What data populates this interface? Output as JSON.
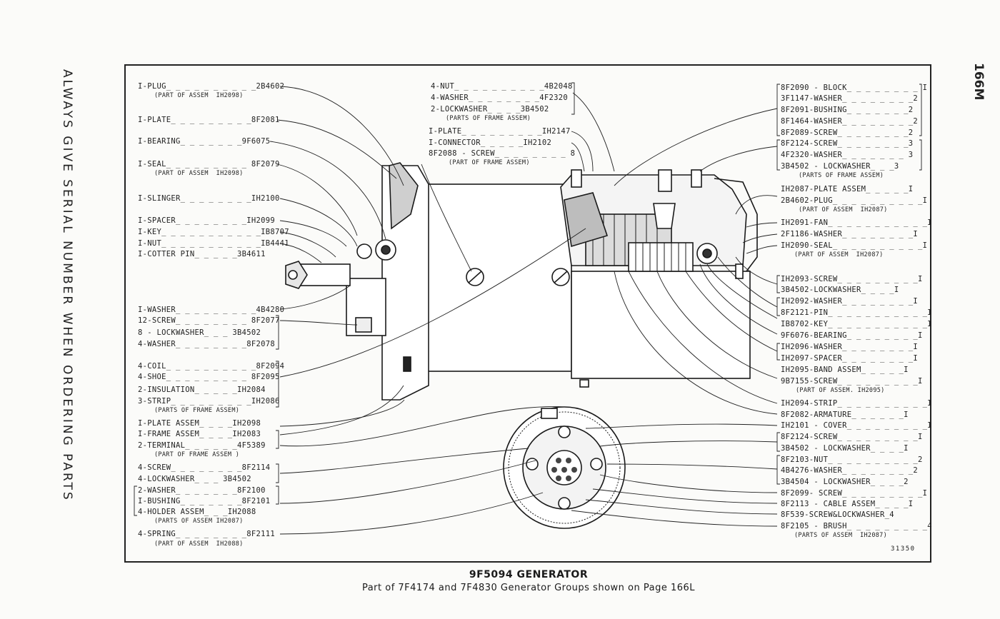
{
  "side_notice": "ALWAYS GIVE SERIAL NUMBER WHEN ORDERING PARTS",
  "page_number": "166M",
  "figure_number": "31350",
  "caption": {
    "title": "9F5094 GENERATOR",
    "subtitle": "Part of 7F4174 and 7F4830 Generator Groups shown on Page 166L"
  },
  "labels_left": [
    {
      "text": "I-PLUG_ _ _ _ _ _ _ _ _ _2B4602",
      "sub": "(PART OF ASSEM  IH2098)"
    },
    {
      "text": "I-PLATE_ _ _ _ _ _ _ _ _8F2081"
    },
    {
      "text": "I-BEARING_ _ _ _ _ _ _9F6075"
    },
    {
      "text": "I-SEAL_ _ _ _ _ _ _ _ _ 8F2079",
      "sub": "(PART OF ASSEM  IH2098)"
    },
    {
      "text": "I-SLINGER_ _ _ _ _ _ _ _IH2100"
    },
    {
      "text": "I-SPACER_ _ _ _ _ _ _ _IH2099"
    },
    {
      "text": "I-KEY_ _ _ _ _ _ _ _ _ _ _IB8707"
    },
    {
      "text": "I-NUT_ _ _ _ _ _ _ _ _ _ _IB4441"
    },
    {
      "text": "I-COTTER PIN_ _ _ _ _3B4611"
    },
    {
      "text": "I-WASHER_ _ _ _ _ _ _ _ _4B4280"
    },
    {
      "text": "12-SCREW_ _ _ _ _ _ _ _ 8F2077"
    },
    {
      "text": "8 - LOCKWASHER_ _ _ 3B4502"
    },
    {
      "text": "4-WASHER_ _ _ _ _ _ _ _8F2078"
    },
    {
      "text": "4-COIL_ _ _ _ _ _ _ _ _ _8F2094"
    },
    {
      "text": "4-SHOE_ _ _ _ _ _ _ _ _ 8F2095"
    },
    {
      "text": "2-INSULATION_ _ _ _ _IH2084"
    },
    {
      "text": "3-STRIP_ _ _ _ _ _ _ _ _IH2086",
      "sub": "(PARTS OF FRAME ASSEM)"
    },
    {
      "text": "I-PLATE ASSEM_ _ _ _IH2098"
    },
    {
      "text": "I-FRAME ASSEM_ _ _ _IH2083"
    },
    {
      "text": "2-TERMINAL_ _ _ _ _ _4F5389",
      "sub": "(PART OF FRAME ASSEM )"
    },
    {
      "text": "4-SCREW_ _ _ _ _ _ _ _8F2114"
    },
    {
      "text": "4-LOCKWASHER_ _ _ 3B4502"
    },
    {
      "text": "2-WASHER_ _ _ _ _ _ _8F2100"
    },
    {
      "text": "I-BUSHING_ _ _ _ _ _ _8F2101"
    },
    {
      "text": "4-HOLDER ASSEM_ _ _IH2088",
      "sub": "(PARTS OF ASSEM IH2087)"
    },
    {
      "text": "4-SPRING_ _ _ _ _ _ _ _8F2111",
      "sub": "(PART OF ASSEM  IH2088)"
    }
  ],
  "labels_center": [
    {
      "text": "4-NUT_ _ _ _ _ _ _ _ _ _4B2048"
    },
    {
      "text": "4-WASHER_ _ _ _ _ _ _ _4F2320"
    },
    {
      "text": "2-LOCKWASHER_ _ _ _3B4502",
      "sub": "(PARTS OF FRAME ASSEM)"
    },
    {
      "text": "I-PLATE_ _ _ _ _ _ _ _ _IH2147"
    },
    {
      "text": "I-CONNECTOR_ _ _ _ _IH2102"
    },
    {
      "text": "8F2088 - SCREW_ _ _ _ _ _ _ _ 8",
      "sub": "(PART OF FRAME ASSEM)"
    }
  ],
  "labels_right": [
    {
      "text": "8F2090 - BLOCK_ _ _ _ _ _ _ _ I"
    },
    {
      "text": "3F1147-WASHER_ _ _ _ _ _ _ _2"
    },
    {
      "text": "8F2091-BUSHING_ _ _ _ _ _ _2"
    },
    {
      "text": "8F1464-WASHER_ _ _ _ _ _ _ _2"
    },
    {
      "text": "8F2089-SCREW_ _ _ _ _ _ _ _2"
    },
    {
      "text": "8F2124-SCREW_ _ _ _ _ _ _ _3"
    },
    {
      "text": "4F2320-WASHER_ _ _ _ _ _ _ 3"
    },
    {
      "text": "3B4502 - LOCKWASHER_ _ _3",
      "sub": "(PARTS OF FRAME ASSEM)"
    },
    {
      "text": "IH2087-PLATE ASSEM_ _ _ _ _I"
    },
    {
      "text": "2B4602-PLUG_ _ _ _ _ _ _ _ _ _I",
      "sub": "(PART OF ASSEM  IH2087)"
    },
    {
      "text": "IH2091-FAN_ _ _ _ _ _ _ _ _ _ _I"
    },
    {
      "text": "2F1186-WASHER_ _ _ _ _ _ _ _I"
    },
    {
      "text": "IH2090-SEAL_ _ _ _ _ _ _ _ _ _I",
      "sub": "(PART OF ASSEM  IH2087)"
    },
    {
      "text": "IH2093-SCREW_ _ _ _ _ _ _ _ _I"
    },
    {
      "text": "3B4502-LOCKWASHER_ _ _ _I"
    },
    {
      "text": "IH2092-WASHER_ _ _ _ _ _ _ _I"
    },
    {
      "text": "8F2121-PIN_ _ _ _ _ _ _ _ _ _ _I"
    },
    {
      "text": "IB8702-KEY_ _ _ _ _ _ _ _ _ _ _I"
    },
    {
      "text": "9F6076-BEARING_ _ _ _ _ _ _ _I"
    },
    {
      "text": "IH2096-WASHER_ _ _ _ _ _ _ _I"
    },
    {
      "text": "IH2097-SPACER_ _ _ _ _ _ _ _I"
    },
    {
      "text": "IH2095-BAND ASSEM_ _ _ _ _I"
    },
    {
      "text": "9B7155-SCREW_ _ _ _ _ _ _ _ _I",
      "sub": "(PART OF ASSEM. IH2095)"
    },
    {
      "text": "IH2094-STRIP_ _ _ _ _ _ _ _ _ _I"
    },
    {
      "text": "8F2082-ARMATURE_ _ _ _ _ _I"
    },
    {
      "text": "IH2101 - COVER_ _ _ _ _ _ _ _ _I"
    },
    {
      "text": "8F2124-SCREW_ _ _ _ _ _ _ _ _I"
    },
    {
      "text": "3B4502 - LOCKWASHER_ _ _ _I"
    },
    {
      "text": "8F2103-NUT_ _ _ _ _ _ _ _ _ _2"
    },
    {
      "text": "4B4276-WASHER_ _ _ _ _ _ _ _2"
    },
    {
      "text": "3B4504 - LOCKWASHER_ _ _ _2"
    },
    {
      "text": "8F2099- SCREW_ _ _ _ _ _ _ _ _I"
    },
    {
      "text": "8F2113 - CABLE ASSEM_ _ _ _I"
    },
    {
      "text": "8F539-SCREW&LOCKWASHER_4"
    },
    {
      "text": "8F2105 - BRUSH_ _ _ _ _ _ _ _ _4",
      "sub": "(PARTS OF ASSEM  IH2087)"
    }
  ]
}
